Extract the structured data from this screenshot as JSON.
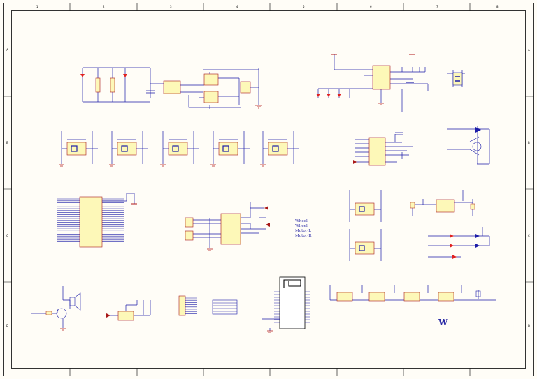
{
  "sheet": {
    "colors": {
      "background": "#fffdf7",
      "frame": "#000000",
      "wire": "#1c1ca8",
      "component_body": "#fdf8b8",
      "component_outline": "#a81818",
      "power_net": "#b21818",
      "led": "#e02020",
      "note_text": "#2b2ba6"
    },
    "zone_columns": [
      "1",
      "2",
      "3",
      "4",
      "5",
      "6",
      "7",
      "8"
    ],
    "zone_rows": [
      "A",
      "B",
      "C",
      "D"
    ],
    "net_labels": {
      "wheel_1": "Wheel",
      "wheel_2": "Wheel",
      "motor_l": "Motor-L",
      "motor_r": "Motor-R"
    },
    "logo_letter": "W"
  }
}
